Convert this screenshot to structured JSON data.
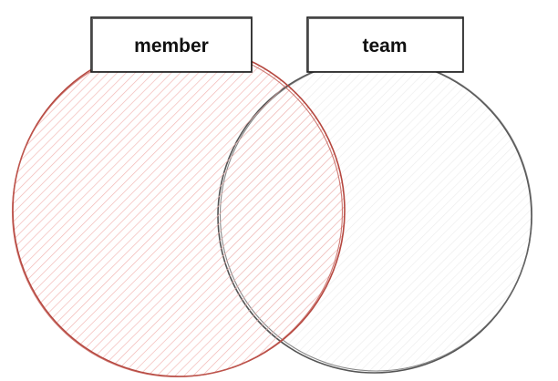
{
  "diagram": {
    "type": "venn",
    "sets": [
      {
        "id": "member",
        "label": "member",
        "stroke_color": "#b5473f",
        "hatch_color": "#f2b3b0"
      },
      {
        "id": "team",
        "label": "team",
        "stroke_color": "#555555",
        "hatch_color": "#e6e6e6"
      }
    ],
    "background": "#ffffff",
    "label_box_stroke": "#1a1a1a",
    "label_box_fill": "#ffffff"
  }
}
